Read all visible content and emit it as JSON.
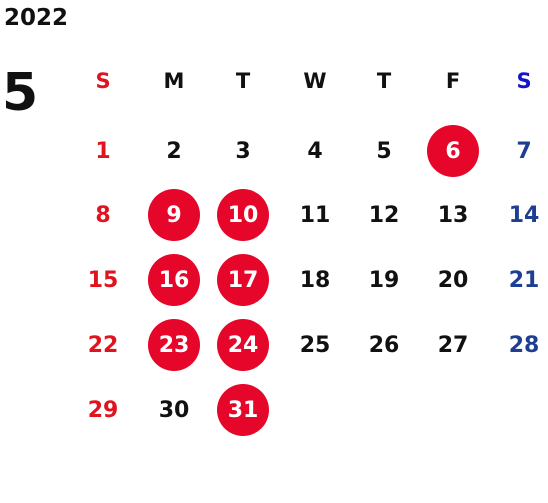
{
  "year": "2022",
  "month": "5",
  "weekdays": [
    "S",
    "M",
    "T",
    "W",
    "T",
    "F",
    "S"
  ],
  "weeks": [
    [
      "1",
      "2",
      "3",
      "4",
      "5",
      "6",
      "7"
    ],
    [
      "8",
      "9",
      "10",
      "11",
      "12",
      "13",
      "14"
    ],
    [
      "15",
      "16",
      "17",
      "18",
      "19",
      "20",
      "21"
    ],
    [
      "22",
      "23",
      "24",
      "25",
      "26",
      "27",
      "28"
    ],
    [
      "29",
      "30",
      "31",
      "",
      "",
      "",
      ""
    ]
  ],
  "highlighted_days": [
    "6",
    "9",
    "10",
    "16",
    "17",
    "23",
    "24",
    "31"
  ],
  "colors": {
    "sunday": "#e0141e",
    "saturday": "#1e3f91",
    "saturday_header": "#1414c8",
    "weekday": "#111111",
    "highlight_fill": "#e5062a",
    "highlight_text": "#ffffff"
  }
}
